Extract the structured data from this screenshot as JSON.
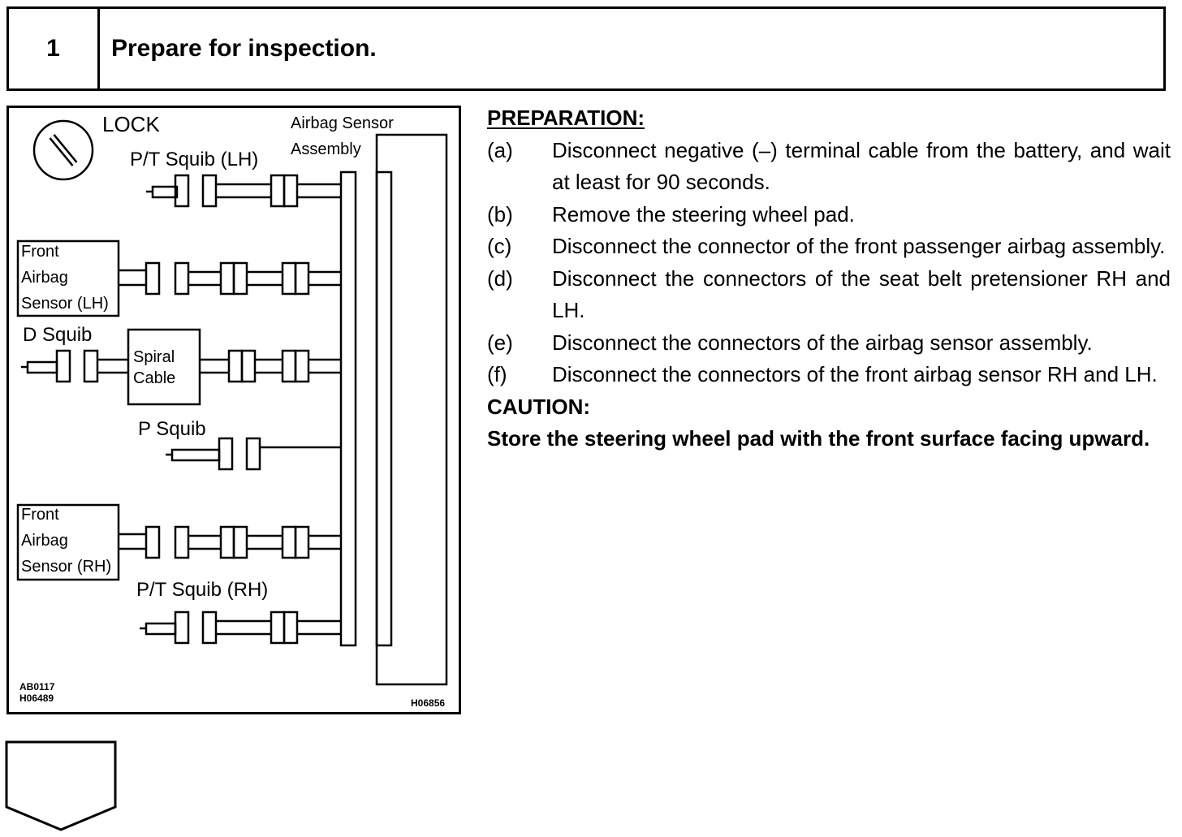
{
  "header": {
    "step_number": "1",
    "title": "Prepare for inspection."
  },
  "diagram": {
    "lock_label": "LOCK",
    "sensor_assembly_label_1": "Airbag Sensor",
    "sensor_assembly_label_2": "Assembly",
    "pt_squib_lh": "P/T Squib (LH)",
    "front_sensor_lh": [
      "Front",
      "Airbag",
      "Sensor (LH)"
    ],
    "d_squib": "D Squib",
    "spiral_cable": [
      "Spiral",
      "Cable"
    ],
    "p_squib": "P Squib",
    "front_sensor_rh": [
      "Front",
      "Airbag",
      "Sensor (RH)"
    ],
    "pt_squib_rh": "P/T Squib (RH)",
    "code_1": "AB0117",
    "code_2": "H06489",
    "code_3": "H06856"
  },
  "preparation": {
    "heading": "PREPARATION:",
    "steps": [
      {
        "letter": "(a)",
        "text": "Disconnect negative (–) terminal cable from the battery, and wait at least for 90 seconds."
      },
      {
        "letter": "(b)",
        "text": "Remove the steering wheel pad."
      },
      {
        "letter": "(c)",
        "text": "Disconnect the connector of the front passenger airbag assembly."
      },
      {
        "letter": "(d)",
        "text": "Disconnect the connectors of the seat belt pretensioner RH and LH."
      },
      {
        "letter": "(e)",
        "text": "Disconnect the connectors of the airbag sensor assembly."
      },
      {
        "letter": "(f)",
        "text": "Disconnect the connectors of the front airbag sensor RH and LH."
      }
    ]
  },
  "caution": {
    "heading": "CAUTION:",
    "text": "Store the steering wheel pad with the front surface facing upward."
  },
  "icons": {
    "lock": "lock-key-icon",
    "next": "next-step-arrow-icon"
  }
}
